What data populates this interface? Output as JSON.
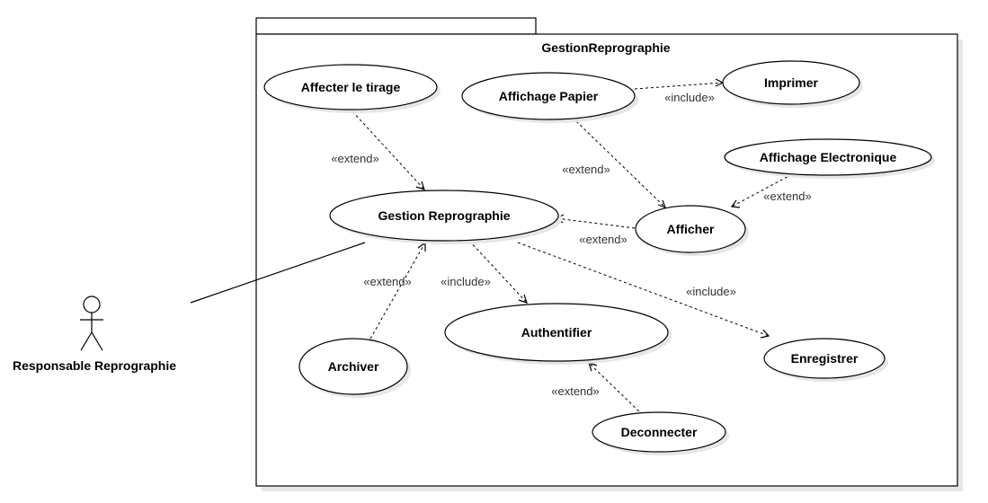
{
  "package": {
    "title": "GestionReprographie"
  },
  "actor": {
    "name": "Responsable Reprographie"
  },
  "use_cases": {
    "affecter": "Affecter le tirage",
    "affichage_papier": "Affichage Papier",
    "imprimer": "Imprimer",
    "affichage_electronique": "Affichage Electronique",
    "gestion": "Gestion Reprographie",
    "afficher": "Afficher",
    "authentifier": "Authentifier",
    "archiver": "Archiver",
    "enregistrer": "Enregistrer",
    "deconnecter": "Deconnecter"
  },
  "relations": {
    "affecter_gestion": "«extend»",
    "papier_imprimer": "«include»",
    "papier_afficher": "«extend»",
    "electronique_afficher": "«extend»",
    "afficher_gestion": "«extend»",
    "archiver_gestion": "«extend»",
    "gestion_authentifier": "«include»",
    "gestion_enregistrer": "«include»",
    "deconnecter_authentifier": "«extend»"
  }
}
